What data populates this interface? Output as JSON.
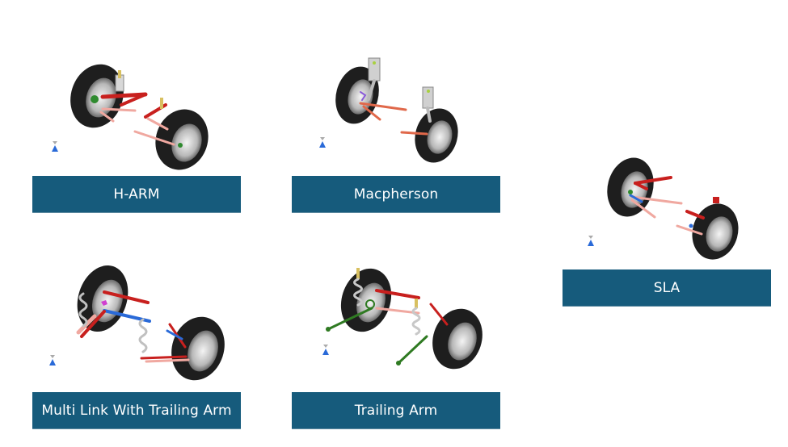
{
  "slide": {
    "background_color": "#ffffff",
    "label_color": "#165b7c",
    "label_text_color": "#ffffff",
    "suspensions": [
      {
        "id": "h-arm",
        "label": "H-ARM",
        "link_colors": [
          "#c8201e",
          "#f0a8a0",
          "#2f8a2f",
          "#d8c060"
        ]
      },
      {
        "id": "macpherson",
        "label": "Macpherson",
        "link_colors": [
          "#e0684a",
          "#8a5ad8",
          "#c8c8c8",
          "#a8d040"
        ]
      },
      {
        "id": "sla",
        "label": "SLA",
        "link_colors": [
          "#c8201e",
          "#f0a8a0",
          "#2a6ad8",
          "#2f8a2f"
        ]
      },
      {
        "id": "multi-link",
        "label": "Multi Link With Trailing Arm",
        "link_colors": [
          "#c8201e",
          "#2a6ad8",
          "#f0a8a0",
          "#d040d0"
        ]
      },
      {
        "id": "trailing-arm",
        "label": "Trailing Arm",
        "link_colors": [
          "#c8201e",
          "#2f7a22",
          "#f0a8a0",
          "#d8c060"
        ]
      }
    ],
    "icons": {
      "origin_marker": "coordinate-origin-icon"
    }
  }
}
